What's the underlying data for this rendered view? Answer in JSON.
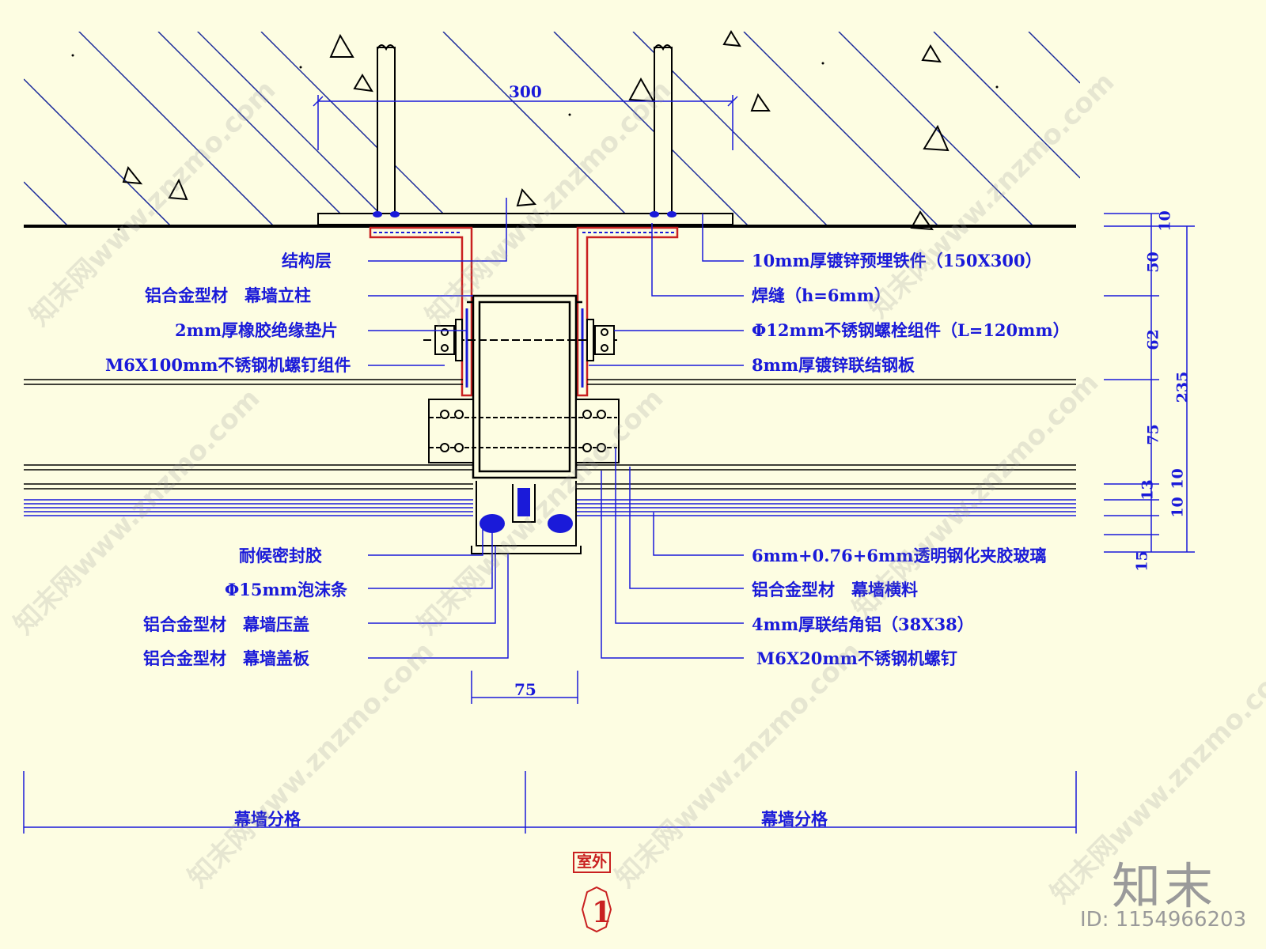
{
  "dimensions": {
    "top_width": "300",
    "bottom_width": "75",
    "right_side": [
      "10",
      "50",
      "62",
      "75",
      "13",
      "10",
      "10",
      "15"
    ],
    "right_total": "235"
  },
  "left_labels": [
    "结构层",
    "铝合金型材　幕墙立柱",
    "2mm厚橡胶绝缘垫片",
    "M6X100mm不锈钢机螺钉组件",
    "耐候密封胶",
    "Φ15mm泡沫条",
    "铝合金型材　幕墙压盖",
    "铝合金型材　幕墙盖板"
  ],
  "right_labels": [
    "10mm厚镀锌预埋铁件（150X300）",
    "焊缝（h=6mm）",
    "Φ12mm不锈钢螺栓组件（L=120mm）",
    "8mm厚镀锌联结钢板",
    "6mm+0.76+6mm透明钢化夹胶玻璃",
    "铝合金型材　幕墙横料",
    "4mm厚联结角铝（38X38）",
    "M6X20mm不锈钢机螺钉"
  ],
  "bottom_labels": [
    "幕墙分格",
    "幕墙分格"
  ],
  "outdoor_tag": "室外",
  "detail_number": "1",
  "watermark": {
    "text": "知末网www.znzmo.com",
    "logo": "知末",
    "id": "ID: 1154966203"
  },
  "colors": {
    "background": "#fdfde2",
    "annotation": "#1a1ad9",
    "section_red": "#c92020",
    "outline": "#000000"
  }
}
